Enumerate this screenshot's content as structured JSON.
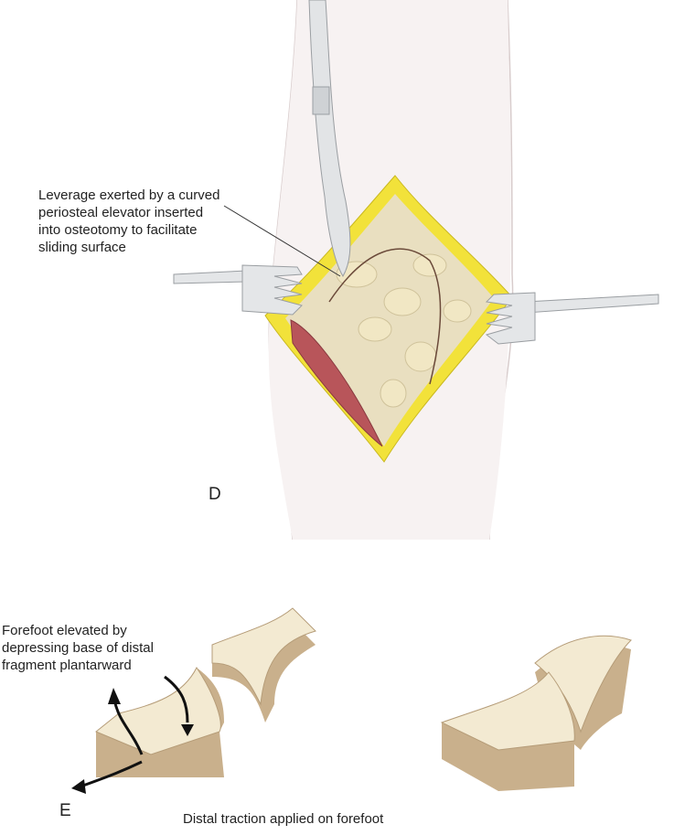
{
  "panel_d": {
    "letter": "D",
    "annotation": "Leverage exerted by a curved\nperiosteal elevator inserted\ninto osteotomy to facilitate\nsliding surface"
  },
  "panel_e": {
    "letter": "E",
    "annotation_top": "Forefoot elevated by\ndepressing base of distal\nfragment plantarward",
    "annotation_bottom": "Distal traction applied on forefoot"
  },
  "colors": {
    "skin": "#f4eeee",
    "fat": "#f2e23a",
    "bone": "#f0e6c8",
    "muscle": "#b8555a",
    "block_top": "#f3ead2",
    "block_side": "#c9b08c"
  }
}
